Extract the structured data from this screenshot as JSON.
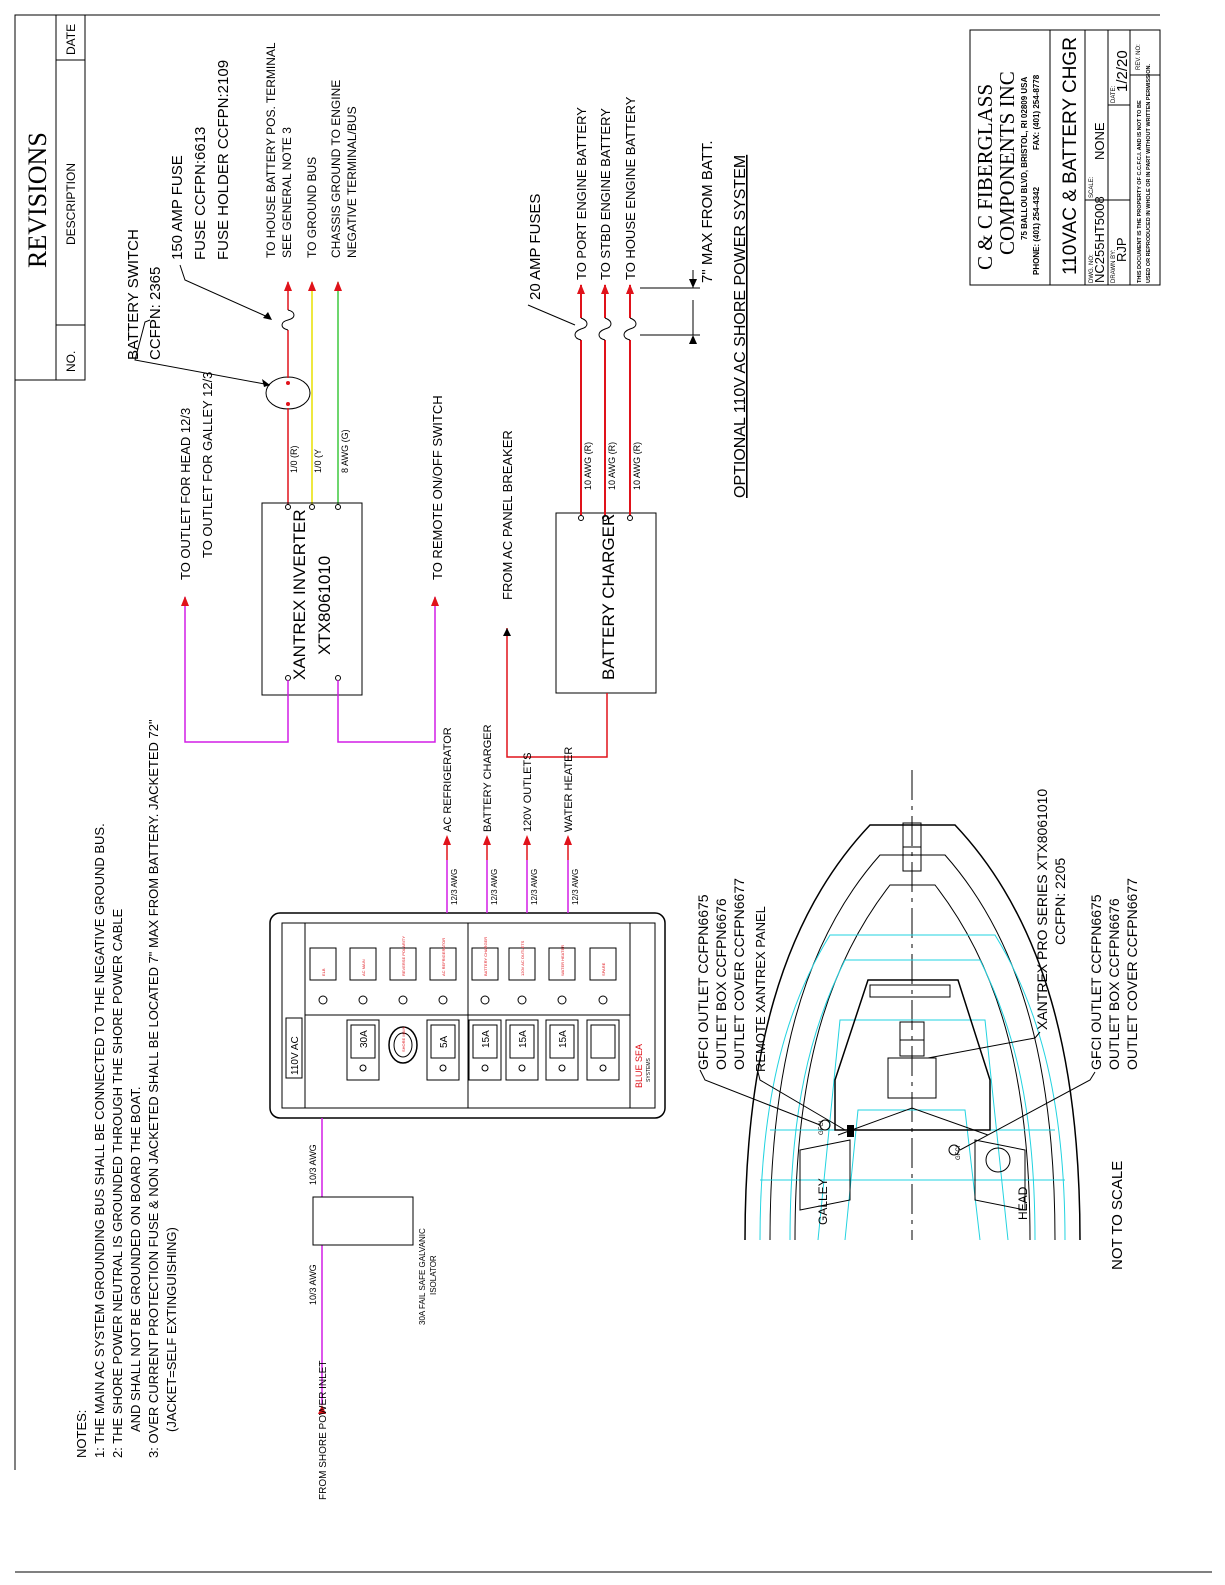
{
  "colors": {
    "red": "#e0121a",
    "yellow": "#e8e000",
    "green": "#3ec83e",
    "magenta": "#d21ee6",
    "cyan": "#22d3e0",
    "ink": "#000000"
  },
  "revisions": {
    "title": "REVISIONS",
    "col_no": "NO.",
    "col_description": "DESCRIPTION",
    "col_date": "DATE"
  },
  "title_block": {
    "company": "C & C FIBERGLASS",
    "company2": "COMPONENTS INC",
    "address": "75 BALLOU BLVD, BRISTOL, RI  02809 USA",
    "phone": "PHONE: (401) 254-4342",
    "fax": "FAX: (401) 254-8778",
    "title": "110VAC  &  BATTERY CHGR",
    "dwg_label": "DWG. NO:",
    "dwg_no": "NC255HT5008",
    "drawn_label": "DRAWN BY:",
    "drawn": "RJP",
    "scale_label": "SCALE:",
    "scale": "NONE",
    "date_label": "DATE:",
    "date": "1/2/20",
    "rev_label": "REV. NO:",
    "property1": "THIS DOCUMENT IS THE PROPERTY OF C.C.F.C.I. AND IS NOT TO BE",
    "property2": "USED OR REPRODUCED IN WHOLE OR IN PART WITHOUT WRITTEN PERMISSION."
  },
  "notes": {
    "heading": "NOTES:",
    "n1": "1:  THE  MAIN  AC  SYSTEM  GROUNDING  BUS  SHALL  BE  CONNECTED  TO  THE  NEGATIVE  GROUND  BUS.",
    "n2a": "2:  THE  SHORE  POWER  NEUTRAL  IS  GROUNDED  THROUGH  THE  SHORE  POWER  CABLE",
    "n2b": "AND  SHALL  NOT  BE  GROUNDED  ON  BOARD  THE  BOAT.",
    "n3a": "3:  OVER  CURRENT  PROTECTION  FUSE  &  NON  JACKETED  SHALL  BE  LOCATED  7\"  MAX  FROM  BATTERY.  JACKETED  72\"",
    "n3b": "(JACKET=SELF  EXTINGUISHING)"
  },
  "inverter": {
    "name": "XANTREX  INVERTER",
    "part": "XTX8061010",
    "to_head": "TO  OUTLET  FOR  HEAD  12/3",
    "to_galley": "TO  OUTLET  FOR  GALLEY  12/3",
    "to_remote": "TO  REMOTE  ON/OFF  SWITCH",
    "w1": "1/0 (R)",
    "w2": "1/0 (Y",
    "w3": "8 AWG (G)"
  },
  "battery_switch": {
    "label1": "BATTERY  SWITCH",
    "label2": "CCFPN:  2365",
    "fuse1": "150  AMP  FUSE",
    "fuse2": "FUSE  CCFPN:6613",
    "fuse3": "FUSE  HOLDER  CCFPN:2109",
    "to_house1": "TO  HOUSE  BATTERY  POS.  TERMINAL",
    "to_house2": "SEE  GENERAL  NOTE  3",
    "to_ground": "TO  GROUND  BUS",
    "chassis1": "CHASSIS  GROUND  TO  ENGINE",
    "chassis2": "NEGATIVE  TERMINAL/BUS"
  },
  "charger": {
    "name": "BATTERY  CHARGER",
    "from_panel": "FROM  AC  PANEL  BREAKER",
    "fuses": "20  AMP  FUSES",
    "port": "TO  PORT  ENGINE  BATTERY",
    "stbd": "TO  STBD  ENGINE  BATTERY",
    "house": "TO  HOUSE  ENGINE  BATTERY",
    "awg": "10 AWG (R)",
    "max": "7\"  MAX  FROM  BATT.",
    "optional": "OPTIONAL  110V  AC  SHORE  POWER  SYSTEM"
  },
  "panel": {
    "label": "110V  AC",
    "brand1": "BLUE SEA",
    "brand2": "SYSTEMS",
    "breakers": [
      "30A",
      "",
      "5A",
      "15A",
      "15A",
      "15A",
      ""
    ],
    "main": "SHORE MAIN",
    "ind_labels": [
      "ELB",
      "AC MAIN",
      "REVERSE POLARITY",
      "AC REFRIGERATOR",
      "BATTERY CHARGER",
      "120V AC OUTLETS",
      "WATER HEATER",
      "SPARE"
    ],
    "outs": [
      "AC  REFRIGERATOR",
      "BATTERY  CHARGER",
      "120V  OUTLETS",
      "WATER  HEATER"
    ],
    "awg": "12/3 AWG",
    "in_awg": "10/3 AWG"
  },
  "shore": {
    "inlet": "FROM  SHORE  POWER  INLET",
    "awg": "10/3 AWG",
    "isolator1": "30A  FAIL  SAFE  GALVANIC",
    "isolator2": "ISOLATOR"
  },
  "boat": {
    "gfci_a1": "GFCI  OUTLET  CCFPN6675",
    "gfci_a2": "OUTLET  BOX  CCFPN6676",
    "gfci_a3": "OUTLET  COVER  CCFPN6677",
    "remote": "REMOTE  XANTREX  PANEL",
    "pro1": "XANTREX  PRO  SERIES  XTX8061010",
    "pro2": "CCFPN:  2205",
    "gfci_b1": "GFCI  OUTLET  CCFPN6675",
    "gfci_b2": "OUTLET  BOX  CCFPN6676",
    "gfci_b3": "OUTLET  COVER  CCFPN6677",
    "galley": "GALLEY",
    "head": "HEAD",
    "gfci_tag": "GFCI",
    "not_to_scale": "NOT  TO  SCALE"
  }
}
